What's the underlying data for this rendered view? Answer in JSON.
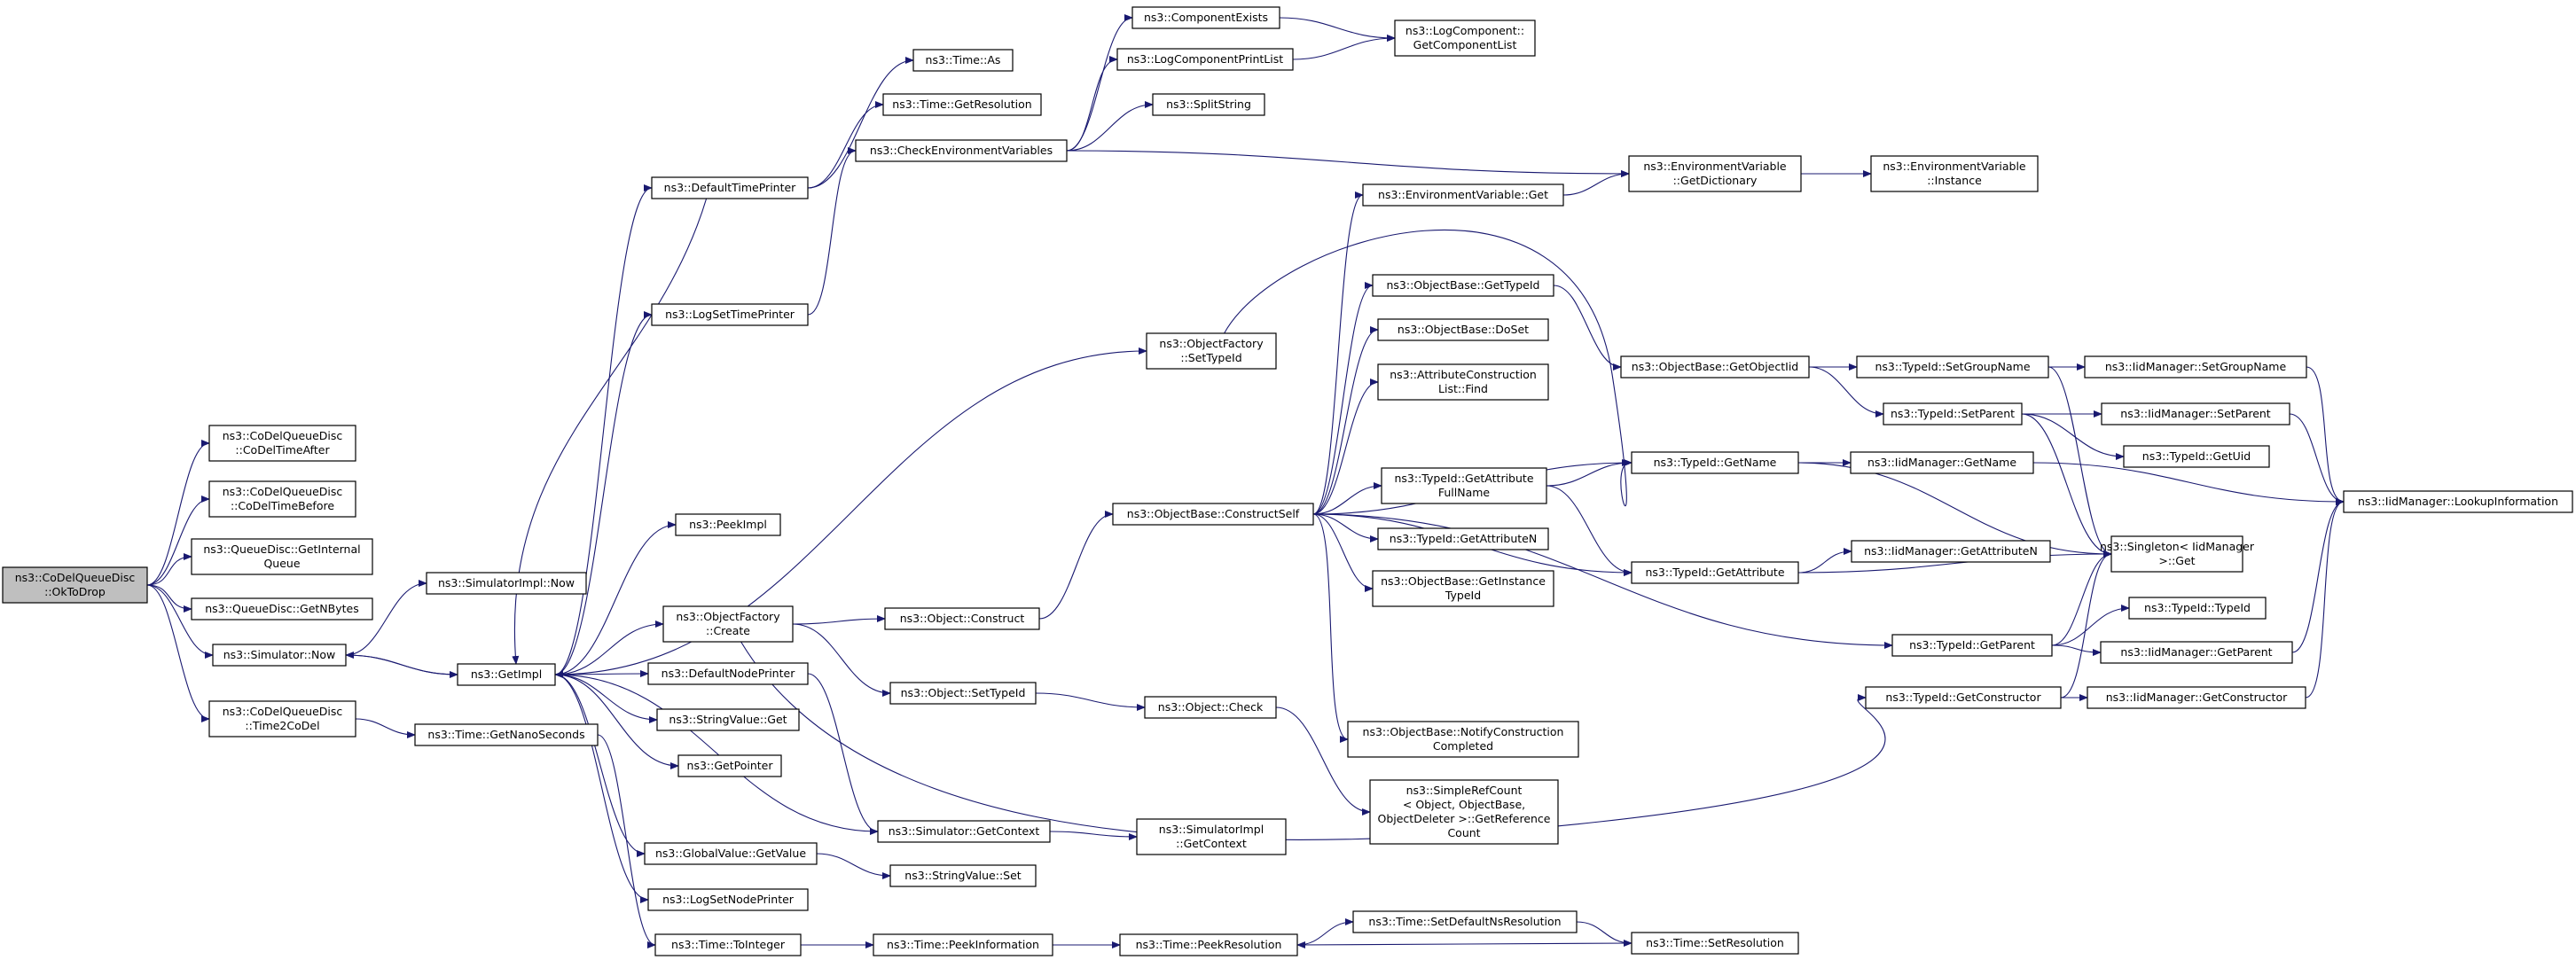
{
  "diagram": {
    "type": "call-graph",
    "root": "n_oktodrop",
    "colors": {
      "edge": "#191970",
      "node_border": "#000000",
      "root_fill": "#bfbfbf",
      "node_fill": "#ffffff"
    },
    "nodes": [
      {
        "id": "n_oktodrop",
        "lines": [
          "ns3::CoDelQueueDisc",
          "::OkToDrop"
        ]
      },
      {
        "id": "n_codeltimeafter",
        "lines": [
          "ns3::CoDelQueueDisc",
          "::CoDelTimeAfter"
        ]
      },
      {
        "id": "n_codeltimebefore",
        "lines": [
          "ns3::CoDelQueueDisc",
          "::CoDelTimeBefore"
        ]
      },
      {
        "id": "n_getinternalqueue",
        "lines": [
          "ns3::QueueDisc::GetInternal",
          "Queue"
        ]
      },
      {
        "id": "n_getnbytes",
        "lines": [
          "ns3::QueueDisc::GetNBytes"
        ]
      },
      {
        "id": "n_simnow",
        "lines": [
          "ns3::Simulator::Now"
        ]
      },
      {
        "id": "n_time2codel",
        "lines": [
          "ns3::CoDelQueueDisc",
          "::Time2CoDel"
        ]
      },
      {
        "id": "n_simimplnow",
        "lines": [
          "ns3::SimulatorImpl::Now"
        ]
      },
      {
        "id": "n_getimpl",
        "lines": [
          "ns3::GetImpl"
        ]
      },
      {
        "id": "n_getnanoseconds",
        "lines": [
          "ns3::Time::GetNanoSeconds"
        ]
      },
      {
        "id": "n_defaulttimeprinter",
        "lines": [
          "ns3::DefaultTimePrinter"
        ]
      },
      {
        "id": "n_logsettimeprinter",
        "lines": [
          "ns3::LogSetTimePrinter"
        ]
      },
      {
        "id": "n_peekimpl",
        "lines": [
          "ns3::PeekImpl"
        ]
      },
      {
        "id": "n_objfactorycreate",
        "lines": [
          "ns3::ObjectFactory",
          "::Create"
        ]
      },
      {
        "id": "n_defaultnodeprinter",
        "lines": [
          "ns3::DefaultNodePrinter"
        ]
      },
      {
        "id": "n_stringvalueget",
        "lines": [
          "ns3::StringValue::Get"
        ]
      },
      {
        "id": "n_getpointer",
        "lines": [
          "ns3::GetPointer"
        ]
      },
      {
        "id": "n_globalvaluegetvalue",
        "lines": [
          "ns3::GlobalValue::GetValue"
        ]
      },
      {
        "id": "n_logsetnodeprinter",
        "lines": [
          "ns3::LogSetNodePrinter"
        ]
      },
      {
        "id": "n_timetointeger",
        "lines": [
          "ns3::Time::ToInteger"
        ]
      },
      {
        "id": "n_timeas",
        "lines": [
          "ns3::Time::As"
        ]
      },
      {
        "id": "n_timegetresolution",
        "lines": [
          "ns3::Time::GetResolution"
        ]
      },
      {
        "id": "n_checkenvvars",
        "lines": [
          "ns3::CheckEnvironmentVariables"
        ]
      },
      {
        "id": "n_objectconstruct",
        "lines": [
          "ns3::Object::Construct"
        ]
      },
      {
        "id": "n_objectsettypeid",
        "lines": [
          "ns3::Object::SetTypeId"
        ]
      },
      {
        "id": "n_simgetcontext",
        "lines": [
          "ns3::Simulator::GetContext"
        ]
      },
      {
        "id": "n_stringvalueset",
        "lines": [
          "ns3::StringValue::Set"
        ]
      },
      {
        "id": "n_timepeekinformation",
        "lines": [
          "ns3::Time::PeekInformation"
        ]
      },
      {
        "id": "n_componentexists",
        "lines": [
          "ns3::ComponentExists"
        ]
      },
      {
        "id": "n_logcomponentprintlist",
        "lines": [
          "ns3::LogComponentPrintList"
        ]
      },
      {
        "id": "n_splitstring",
        "lines": [
          "ns3::SplitString"
        ]
      },
      {
        "id": "n_objfactorysettypeid",
        "lines": [
          "ns3::ObjectFactory",
          "::SetTypeId"
        ]
      },
      {
        "id": "n_objbaseconstructself",
        "lines": [
          "ns3::ObjectBase::ConstructSelf"
        ]
      },
      {
        "id": "n_objectcheck",
        "lines": [
          "ns3::Object::Check"
        ]
      },
      {
        "id": "n_simimplgetcontext",
        "lines": [
          "ns3::SimulatorImpl",
          "::GetContext"
        ]
      },
      {
        "id": "n_timepeekresolution",
        "lines": [
          "ns3::Time::PeekResolution"
        ]
      },
      {
        "id": "n_getcomponentlist",
        "lines": [
          "ns3::LogComponent::",
          "GetComponentList"
        ]
      },
      {
        "id": "n_envvarget",
        "lines": [
          "ns3::EnvironmentVariable::Get"
        ]
      },
      {
        "id": "n_objbasegettypeid",
        "lines": [
          "ns3::ObjectBase::GetTypeId"
        ]
      },
      {
        "id": "n_objbasedoset",
        "lines": [
          "ns3::ObjectBase::DoSet"
        ]
      },
      {
        "id": "n_attrconstructionlistfind",
        "lines": [
          "ns3::AttributeConstruction",
          "List::Find"
        ]
      },
      {
        "id": "n_typeidgetattrfullname",
        "lines": [
          "ns3::TypeId::GetAttribute",
          "FullName"
        ]
      },
      {
        "id": "n_typeidgetattributen",
        "lines": [
          "ns3::TypeId::GetAttributeN"
        ]
      },
      {
        "id": "n_objbasegetinstancetypeid",
        "lines": [
          "ns3::ObjectBase::GetInstance",
          "TypeId"
        ]
      },
      {
        "id": "n_objbasenotifyconstructioncompleted",
        "lines": [
          "ns3::ObjectBase::NotifyConstruction",
          "Completed"
        ]
      },
      {
        "id": "n_simplerefcountgetreferencecount",
        "lines": [
          "ns3::SimpleRefCount",
          "< Object, ObjectBase,",
          " ObjectDeleter >::GetReference",
          "Count"
        ]
      },
      {
        "id": "n_timesetdefaultnsresolution",
        "lines": [
          "ns3::Time::SetDefaultNsResolution"
        ]
      },
      {
        "id": "n_envvargetdictionary",
        "lines": [
          "ns3::EnvironmentVariable",
          "::GetDictionary"
        ]
      },
      {
        "id": "n_objbasegetobjectiid",
        "lines": [
          "ns3::ObjectBase::GetObjectIid"
        ]
      },
      {
        "id": "n_typeidgetname",
        "lines": [
          "ns3::TypeId::GetName"
        ]
      },
      {
        "id": "n_typeidgetattribute",
        "lines": [
          "ns3::TypeId::GetAttribute"
        ]
      },
      {
        "id": "n_typeidgetparent",
        "lines": [
          "ns3::TypeId::GetParent"
        ]
      },
      {
        "id": "n_typeidgetconstructor",
        "lines": [
          "ns3::TypeId::GetConstructor"
        ]
      },
      {
        "id": "n_timesetresolution",
        "lines": [
          "ns3::Time::SetResolution"
        ]
      },
      {
        "id": "n_envvarinstance",
        "lines": [
          "ns3::EnvironmentVariable",
          "::Instance"
        ]
      },
      {
        "id": "n_typeidsetgroupname",
        "lines": [
          "ns3::TypeId::SetGroupName"
        ]
      },
      {
        "id": "n_typeidsetparent",
        "lines": [
          "ns3::TypeId::SetParent"
        ]
      },
      {
        "id": "n_iidmgrgetname",
        "lines": [
          "ns3::IidManager::GetName"
        ]
      },
      {
        "id": "n_iidmgrgetattributen",
        "lines": [
          "ns3::IidManager::GetAttributeN"
        ]
      },
      {
        "id": "n_iidmgrsetgroupname",
        "lines": [
          "ns3::IidManager::SetGroupName"
        ]
      },
      {
        "id": "n_iidmgrsetparent",
        "lines": [
          "ns3::IidManager::SetParent"
        ]
      },
      {
        "id": "n_typeidgetuid",
        "lines": [
          "ns3::TypeId::GetUid"
        ]
      },
      {
        "id": "n_singletonget",
        "lines": [
          "ns3::Singleton< IidManager",
          " >::Get"
        ]
      },
      {
        "id": "n_typeidtypeid",
        "lines": [
          "ns3::TypeId::TypeId"
        ]
      },
      {
        "id": "n_iidmgrgetparent",
        "lines": [
          "ns3::IidManager::GetParent"
        ]
      },
      {
        "id": "n_iidmgrgetconstructor",
        "lines": [
          "ns3::IidManager::GetConstructor"
        ]
      },
      {
        "id": "n_iidmgrlookupinformation",
        "lines": [
          "ns3::IidManager::LookupInformation"
        ]
      }
    ]
  }
}
